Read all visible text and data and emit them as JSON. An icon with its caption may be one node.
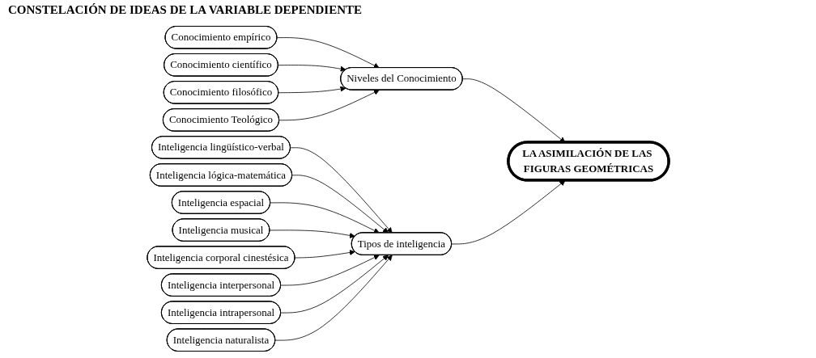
{
  "diagram": {
    "title": "CONSTELACIÓN DE IDEAS DE LA VARIABLE DEPENDIENTE",
    "nodes": [
      {
        "text": [
          "Conocimiento empírico"
        ]
      },
      {
        "text": [
          "Niveles del Conocimiento"
        ]
      },
      {
        "text": [
          "Conocimiento científico"
        ]
      },
      {
        "text": [
          "Conocimiento Teológico"
        ]
      },
      {
        "text": [
          "Conocimiento filosófico"
        ]
      },
      {
        "text": [
          "LA ASIMILACIÓN DE LAS FIGURAS GEOMÉTRICAS"
        ]
      },
      {
        "text": [
          "Tipos de inteligencia"
        ]
      },
      {
        "text": [
          "Inteligencia lingüístico-verbal"
        ]
      },
      {
        "text": [
          "Inteligencia naturalista"
        ]
      },
      {
        "text": [
          "Inteligencia lógica-matemática"
        ]
      },
      {
        "text": [
          "Inteligencia intrapersonal"
        ]
      },
      {
        "text": [
          "Inteligencia espacial"
        ]
      },
      {
        "text": [
          "Inteligencia interpersonal"
        ]
      },
      {
        "text": [
          "Inteligencia musical"
        ]
      },
      {
        "text": [
          "Inteligencia corporal cinestésica"
        ]
      }
    ],
    "edges": [
      {
        "from": 0,
        "to": 1,
        "arrow": "to"
      },
      {
        "from": 2,
        "to": 1,
        "arrow": "to"
      },
      {
        "from": 4,
        "to": 1,
        "arrow": "to"
      },
      {
        "from": 3,
        "to": 1,
        "arrow": "to"
      },
      {
        "from": 1,
        "to": 5,
        "arrow": "to"
      },
      {
        "from": 6,
        "to": 5,
        "arrow": "to"
      },
      {
        "from": 7,
        "to": 6,
        "arrow": "to"
      },
      {
        "from": 9,
        "to": 6,
        "arrow": "to"
      },
      {
        "from": 11,
        "to": 6,
        "arrow": "to"
      },
      {
        "from": 13,
        "to": 6,
        "arrow": "to"
      },
      {
        "from": 14,
        "to": 6,
        "arrow": "to"
      },
      {
        "from": 12,
        "to": 6,
        "arrow": "to"
      },
      {
        "from": 10,
        "to": 6,
        "arrow": "to"
      },
      {
        "from": 8,
        "to": 6,
        "arrow": "to"
      }
    ]
  }
}
